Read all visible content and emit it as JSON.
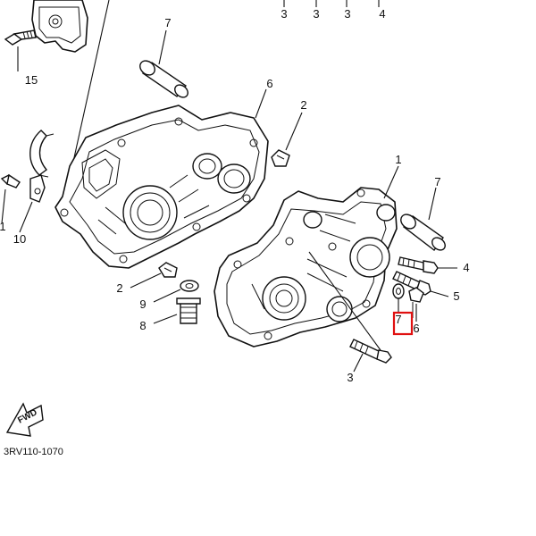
{
  "diagram_code": "3RV110-1070",
  "fwd_label": "FWD",
  "highlight_color": "#e01010",
  "callouts": [
    {
      "id": "c3a",
      "label": "3"
    },
    {
      "id": "c3b",
      "label": "3"
    },
    {
      "id": "c3c",
      "label": "3"
    },
    {
      "id": "c4top",
      "label": "4"
    },
    {
      "id": "c15",
      "label": "15"
    },
    {
      "id": "c7top",
      "label": "7"
    },
    {
      "id": "c6top",
      "label": "6"
    },
    {
      "id": "c2right",
      "label": "2"
    },
    {
      "id": "c1left",
      "label": "1"
    },
    {
      "id": "c10",
      "label": "10"
    },
    {
      "id": "c1right",
      "label": "1"
    },
    {
      "id": "c7right",
      "label": "7"
    },
    {
      "id": "c4right",
      "label": "4"
    },
    {
      "id": "c5",
      "label": "5"
    },
    {
      "id": "c7small",
      "label": "7"
    },
    {
      "id": "c6small",
      "label": "6"
    },
    {
      "id": "c2mid",
      "label": "2"
    },
    {
      "id": "c9",
      "label": "9"
    },
    {
      "id": "c8",
      "label": "8"
    },
    {
      "id": "c3bottom",
      "label": "3"
    }
  ]
}
